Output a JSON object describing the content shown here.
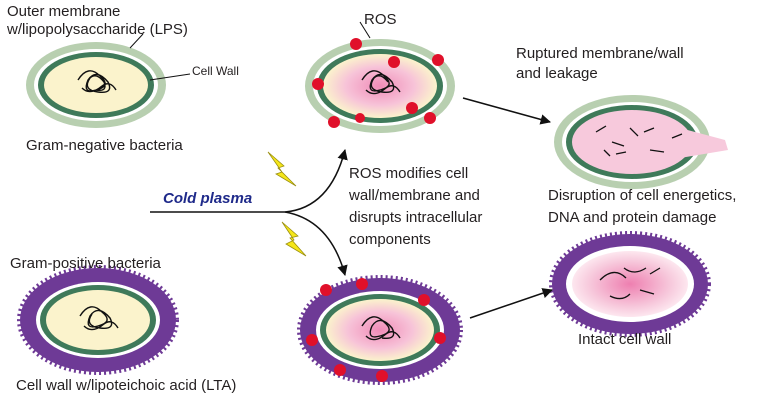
{
  "labels": {
    "outer_membrane_line1": "Outer membrane",
    "outer_membrane_line2": "w/lipopolysaccharide (LPS)",
    "cell_wall": "Cell Wall",
    "gram_negative": "Gram-negative bacteria",
    "ros": "ROS",
    "ruptured_line1": "Ruptured membrane/wall",
    "ruptured_line2": "and leakage",
    "cold_plasma": "Cold plasma",
    "ros_mod_line1": "ROS modifies cell",
    "ros_mod_line2": "wall/membrane and",
    "ros_mod_line3": "disrupts intracellular",
    "ros_mod_line4": "components",
    "disruption_line1": "Disruption of cell energetics,",
    "disruption_line2": "DNA and protein damage",
    "gram_positive": "Gram-positive bacteria",
    "intact_wall": "Intact cell wall",
    "lta": "Cell wall w/lipoteichoic acid (LTA)"
  },
  "colors": {
    "outer_membrane": "#b8cfb0",
    "cell_wall_green": "#3f7a5a",
    "cytoplasm": "#fbf3cc",
    "ros_glow": "#f4a9c8",
    "ros_spot": "#e0102a",
    "purple_wall": "#6e3a96",
    "arrow": "#111111",
    "plasma_text": "#1f2a8a",
    "lightning": "#f5e61a"
  }
}
